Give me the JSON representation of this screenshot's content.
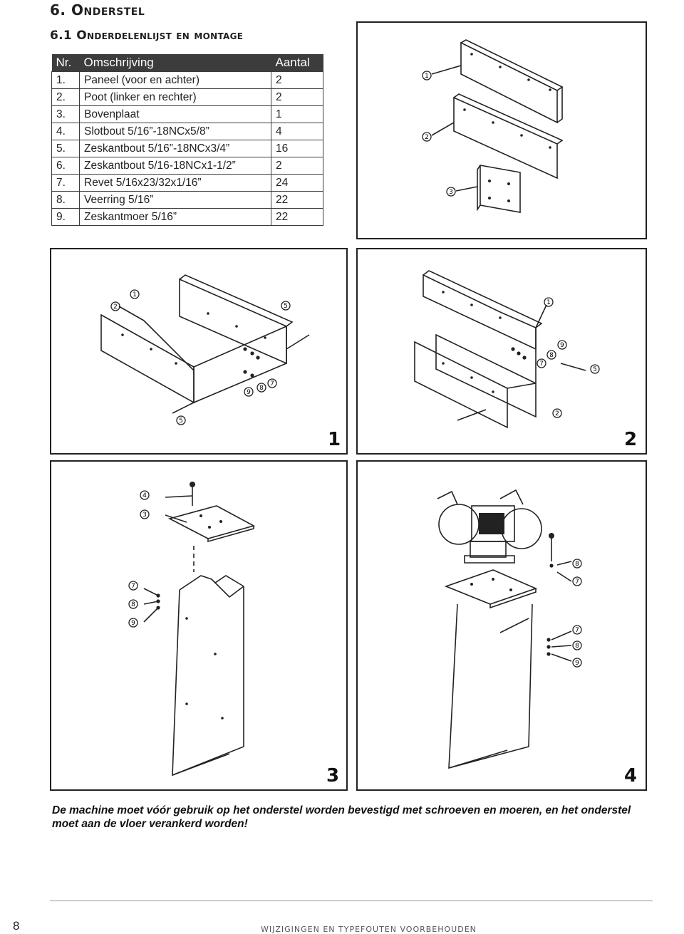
{
  "section": {
    "number": "6.",
    "title": "Onderstel"
  },
  "subsection": {
    "number": "6.1",
    "title": "Onderdelenlijst en montage"
  },
  "parts_table": {
    "headers": [
      "Nr.",
      "Omschrijving",
      "Aantal"
    ],
    "rows": [
      [
        "1.",
        "Paneel (voor en achter)",
        "2"
      ],
      [
        "2.",
        "Poot (linker en rechter)",
        "2"
      ],
      [
        "3.",
        "Bovenplaat",
        "1"
      ],
      [
        "4.",
        "Slotbout 5/16”-18NCx5/8”",
        "4"
      ],
      [
        "5.",
        "Zeskantbout 5/16”-18NCx3/4”",
        "16"
      ],
      [
        "6.",
        "Zeskantbout 5/16-18NCx1-1/2”",
        "2"
      ],
      [
        "7.",
        "Revet 5/16x23/32x1/16”",
        "24"
      ],
      [
        "8.",
        "Veerring 5/16”",
        "22"
      ],
      [
        "9.",
        "Zeskantmoer 5/16”",
        "22"
      ]
    ]
  },
  "figures": {
    "top_callouts": [
      "1",
      "2",
      "3"
    ],
    "panel_numbers": [
      "1",
      "2",
      "3",
      "4"
    ],
    "p1_callouts": [
      "1",
      "2",
      "5",
      "5",
      "7",
      "8",
      "9"
    ],
    "p2_callouts": [
      "1",
      "9",
      "8",
      "7",
      "5",
      "2"
    ],
    "p3_callouts": [
      "4",
      "3",
      "7",
      "8",
      "9"
    ],
    "p4_callouts": [
      "8",
      "7",
      "7",
      "8",
      "9"
    ]
  },
  "caption": "De machine moet vóór gebruik op het onderstel worden bevestigd met schroeven en moeren, en het onderstel moet aan de vloer verankerd worden!",
  "footer": {
    "page_number": "8",
    "note": "WIJZIGINGEN EN TYPEFOUTEN VOORBEHOUDEN"
  }
}
